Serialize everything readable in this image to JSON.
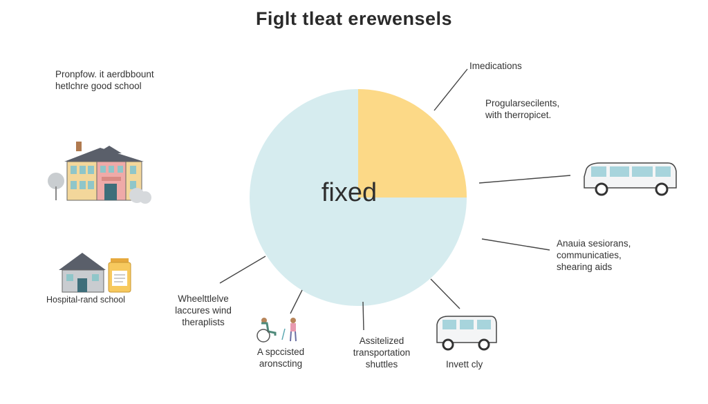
{
  "title": "Figlt tleat erewensels",
  "chart_data": {
    "type": "pie",
    "title": "Figlt tleat erewensels",
    "center_label": "fixed",
    "slices": [
      {
        "label": "",
        "value": 25,
        "color": "#fcd987"
      },
      {
        "label": "",
        "value": 75,
        "color": "#d6ecef"
      }
    ]
  },
  "labels": {
    "top_left": "Pronpfow. it aerdbbount\nhetlchre good school",
    "medications": "Imedications",
    "programs": "Progularsecilents,\nwith therropicet.",
    "hospital": "Hospital-rand school",
    "wheelchair": "Wheelttlelve\nlaccures wind\ntheraplists",
    "audio": "Anauia sesiorans,\ncommunicaties,\nshearing aids",
    "assisted": "A spccisted\naronscting",
    "shuttles": "Assitelized\ntransportation\nshuttles",
    "invett": "Invett cly"
  },
  "colors": {
    "yellow": "#fcd987",
    "blue": "#d6ecef",
    "line": "#444444"
  }
}
